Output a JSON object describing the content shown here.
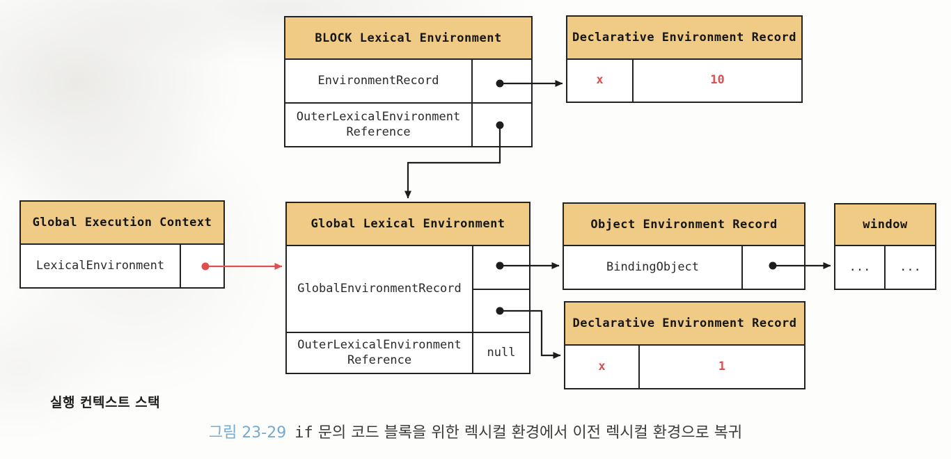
{
  "colors": {
    "box_header_fill": "#f0cb85",
    "border": "#222222",
    "accent_red": "#e04f4f",
    "figure_label_blue": "#74aad4"
  },
  "boxes": {
    "block": {
      "title": "BLOCK Lexical Environment",
      "row1_label": "EnvironmentRecord",
      "row2_label_line1": "OuterLexicalEnvironment",
      "row2_label_line2": "Reference"
    },
    "decl_top": {
      "title": "Declarative Environment Record",
      "key": "x",
      "value": "10"
    },
    "gec": {
      "title": "Global Execution Context",
      "row1_label": "LexicalEnvironment"
    },
    "gle": {
      "title": "Global Lexical Environment",
      "row1_label": "GlobalEnvironmentRecord",
      "row2_label_line1": "OuterLexicalEnvironment",
      "row2_label_line2": "Reference",
      "row2_value": "null"
    },
    "oer": {
      "title": "Object Environment Record",
      "row1_label": "BindingObject"
    },
    "window": {
      "title": "window",
      "cell1": "...",
      "cell2": "..."
    },
    "decl_bottom": {
      "title": "Declarative Environment Record",
      "key": "x",
      "value": "1"
    }
  },
  "stack_label": "실행 컨텍스트 스택",
  "caption": {
    "figure_label": "그림 23-29",
    "code": "if",
    "text": "문의 코드 블록을 위한 렉시컬 환경에서 이전 렉시컬 환경으로 복귀"
  }
}
